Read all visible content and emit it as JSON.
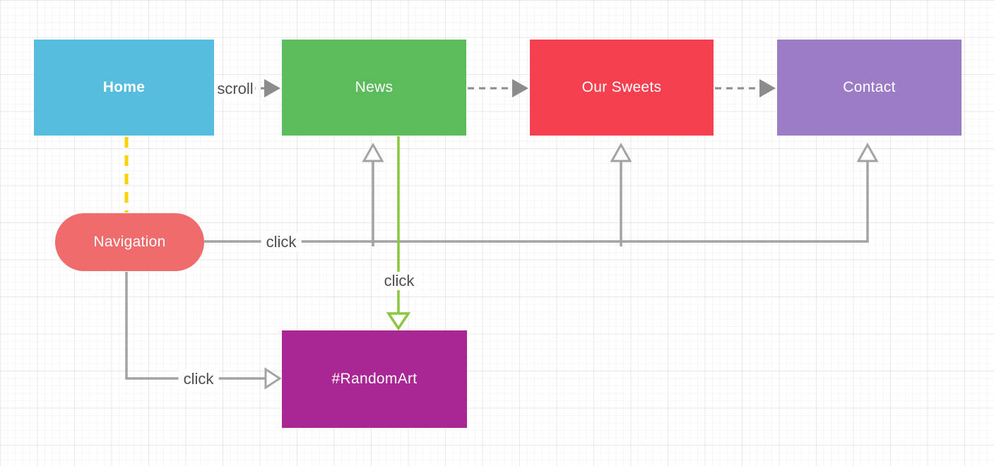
{
  "diagram": {
    "nodes": {
      "home": {
        "label": "Home",
        "color": "#57BDDF"
      },
      "news": {
        "label": "News",
        "color": "#5CBB5B"
      },
      "our_sweets": {
        "label": "Our Sweets",
        "color": "#F6404F"
      },
      "contact": {
        "label": "Contact",
        "color": "#9D7CC6"
      },
      "navigation": {
        "label": "Navigation",
        "color": "#F06C6C"
      },
      "randomart": {
        "label": "#RandomArt",
        "color": "#AA2694"
      }
    },
    "edge_labels": {
      "scroll": "scroll",
      "click": "click"
    },
    "colors": {
      "connector_gray": "#A3A3A3",
      "dash_gray": "#8C8C8C",
      "arrow_fill_gray": "#8C8C8C",
      "hollow_fill": "#FFFFFF",
      "green": "#8CC63F",
      "yellow": "#FBD108",
      "label_text": "#4E4E4E"
    }
  }
}
